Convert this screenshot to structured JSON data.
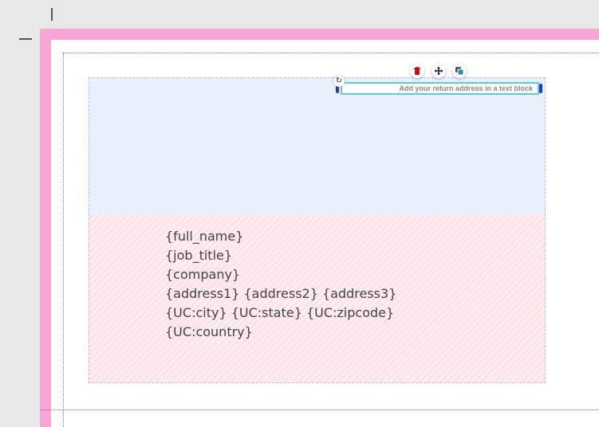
{
  "editor": {
    "accent_color": "#f7a6d6",
    "selection_color": "#5ec8e4",
    "handle_color": "#1b3cc8",
    "return_zone_color": "#eaf0fd",
    "recipient_zone_color": "#fde2e8"
  },
  "text_block": {
    "placeholder": "Add your return address in a text block"
  },
  "toolbar": {
    "delete_icon": "trash-icon",
    "move_icon": "move-arrows-icon",
    "copy_icon": "duplicate-icon",
    "rotate_icon": "rotate-icon"
  },
  "recipient": {
    "lines": [
      "{full_name}",
      "{job_title}",
      "{company}",
      "{address1} {address2} {address3}",
      "{UC:city} {UC:state} {UC:zipcode}",
      "{UC:country}"
    ]
  }
}
